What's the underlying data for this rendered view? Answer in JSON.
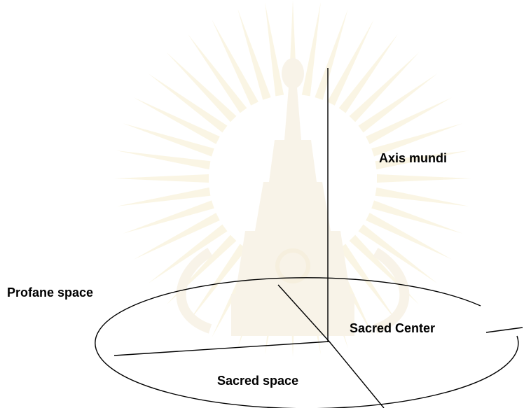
{
  "diagram": {
    "labels": {
      "axis_mundi": "Axis mundi",
      "profane_space": "Profane space",
      "sacred_center": "Sacred Center",
      "sacred_space": "Sacred space"
    },
    "colors": {
      "line": "#000000",
      "watermark_rays": "#f6eecf",
      "watermark_body": "#f3ead6"
    }
  }
}
